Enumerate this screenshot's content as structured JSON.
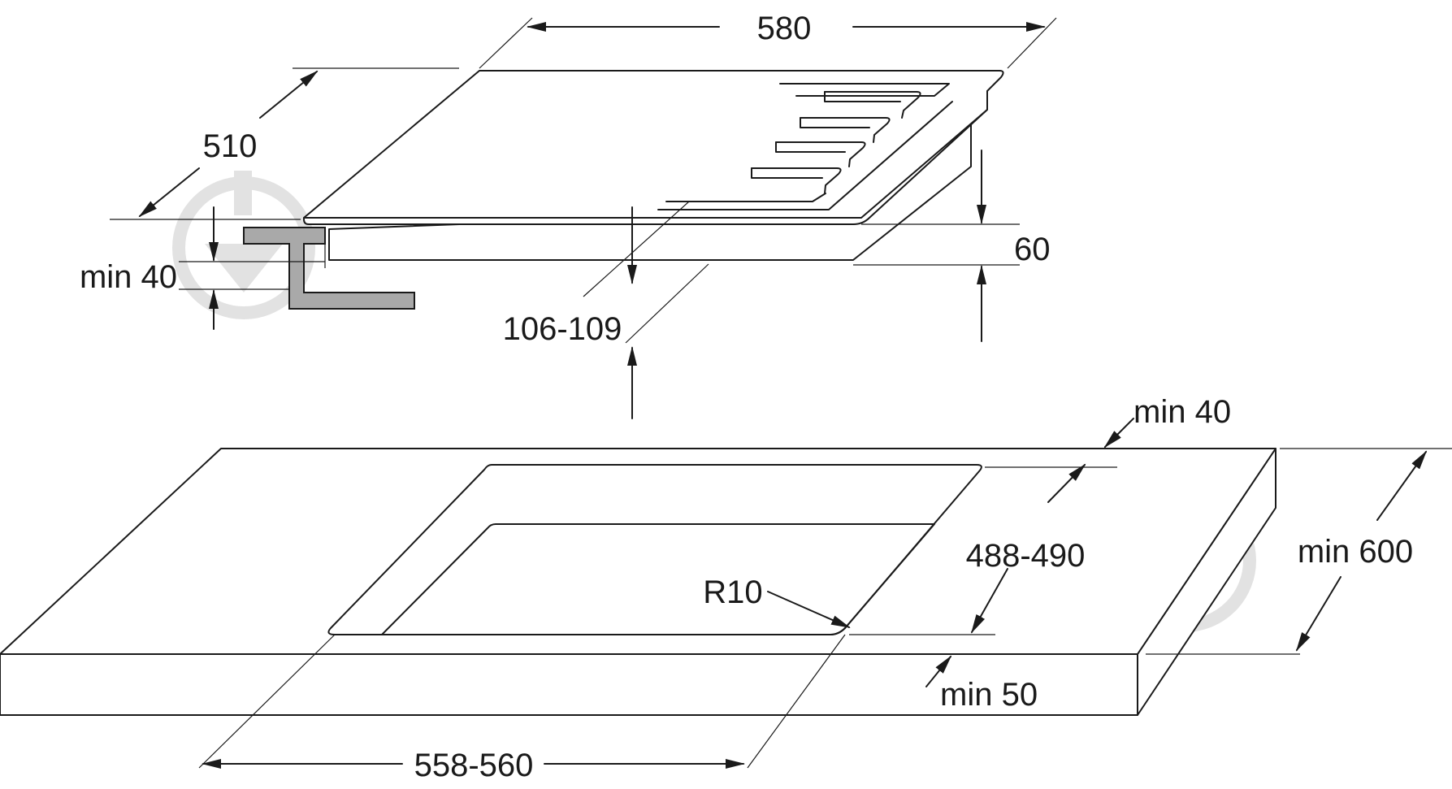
{
  "dimensions": {
    "hob_width": "580",
    "hob_depth": "510",
    "hob_height": "60",
    "worktop_min_thickness": "min 40",
    "below_worktop_depth": "106-109",
    "rear_clearance": "min 40",
    "cutout_depth": "488-490",
    "corner_radius": "R10",
    "worktop_min_depth": "min 600",
    "front_clearance": "min 50",
    "cutout_width": "558-560"
  },
  "colors": {
    "line": "#1a1a1a",
    "bracket_fill": "#a9a9a9",
    "watermark": "#e2e2e2"
  },
  "icons": {
    "watermark": "brand-watermark-icon"
  }
}
